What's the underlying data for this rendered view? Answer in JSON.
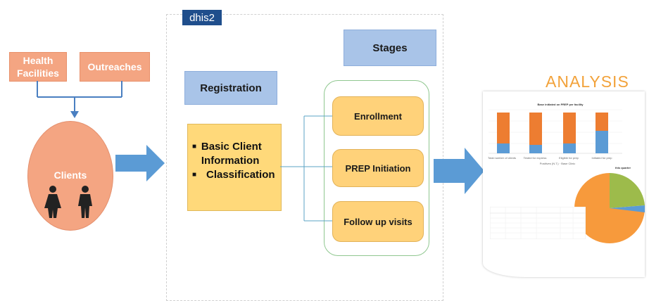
{
  "sources": {
    "health_facilities": "Health\nFacilities",
    "outreaches": "Outreaches"
  },
  "clients": {
    "label": "Clients"
  },
  "dhis": {
    "logo": "dhis2"
  },
  "registration": {
    "title": "Registration",
    "bullets": [
      "Basic Client Information",
      "Classification"
    ]
  },
  "stages": {
    "title": "Stages",
    "items": [
      "Enrollment",
      "PREP Initiation",
      "Follow up visits"
    ]
  },
  "analysis": {
    "title": "ANALYSIS",
    "bar_chart_title": "Base initiated on PREP per facility",
    "pie_title": "this quarter",
    "categories": [
      "Total number of clients",
      "Tested for express",
      "Eligible for prep",
      "Initiated for prep"
    ],
    "legend": [
      "Positives (N.T.)",
      "Base Clinic"
    ]
  },
  "colors": {
    "orange": "#f4a582",
    "blue": "#a9c4e8",
    "yellow": "#ffd97a",
    "arrow": "#5b9bd5",
    "analysis": "#f2a23a"
  }
}
